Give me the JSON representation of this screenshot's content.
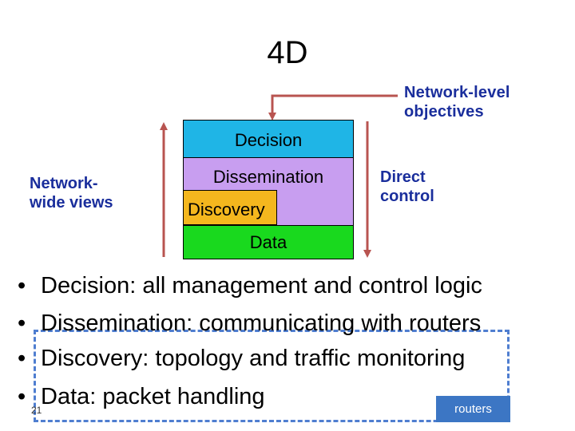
{
  "slide": {
    "title": "4D",
    "page_number": "21"
  },
  "labels": {
    "objectives_line1": "Network-level",
    "objectives_line2": "objectives",
    "control_line1": "Direct",
    "control_line2": "control",
    "views_line1": "Network-",
    "views_line2": "wide views"
  },
  "planes": {
    "decision": "Decision",
    "dissemination": "Dissemination",
    "discovery": "Discovery",
    "data": "Data"
  },
  "bullets": [
    "Decision: all management and control logic",
    "Dissemination: communicating with routers",
    "Discovery: topology and traffic monitoring",
    "Data: packet handling"
  ],
  "bullet_glyph": "•",
  "routers_badge": "routers",
  "colors": {
    "decision": "#1fb5e6",
    "dissemination": "#c89ef0",
    "discovery": "#f4b71e",
    "data": "#19d91e",
    "arrow": "#b85450",
    "label_text": "#1a2e9c",
    "routers_box": "#4f7ed0",
    "routers_badge": "#3c76c4"
  }
}
